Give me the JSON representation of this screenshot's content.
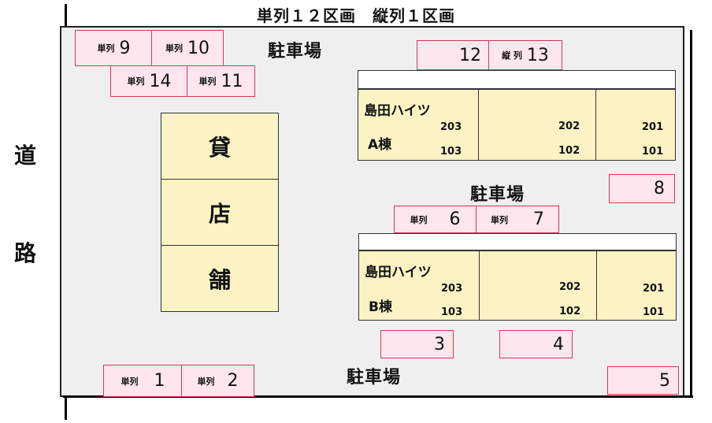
{
  "title": "単列１２区画　縦列１区画",
  "road": [
    "道",
    "路"
  ],
  "parking_labels": [
    "駐車場",
    "駐車場",
    "駐車場"
  ],
  "store": [
    "貸",
    "店",
    "舗"
  ],
  "spaces": {
    "s9": {
      "type": "単列",
      "num": "9"
    },
    "s10": {
      "type": "単列",
      "num": "10"
    },
    "s14": {
      "type": "単列",
      "num": "14"
    },
    "s11": {
      "type": "単列",
      "num": "11"
    },
    "s12": {
      "type": "",
      "num": "12"
    },
    "s13": {
      "type": "縦 列",
      "num": "13"
    },
    "s8": {
      "type": "",
      "num": "8"
    },
    "s6": {
      "type": "単列",
      "num": "6"
    },
    "s7": {
      "type": "単列",
      "num": "7"
    },
    "s3": {
      "type": "",
      "num": "3"
    },
    "s4": {
      "type": "",
      "num": "4"
    },
    "s1": {
      "type": "単列",
      "num": "1"
    },
    "s2": {
      "type": "単列",
      "num": "2"
    },
    "s5": {
      "type": "",
      "num": "5"
    }
  },
  "building_a": {
    "name": "島田ハイツ",
    "wing": "A棟",
    "rooms": {
      "c1_top": "203",
      "c1_bottom": "103",
      "c2_top": "202",
      "c2_bottom": "102",
      "c3_top": "201",
      "c3_bottom": "101"
    }
  },
  "building_b": {
    "name": "島田ハイツ",
    "wing": "B棟",
    "rooms": {
      "c1_top": "203",
      "c1_bottom": "103",
      "c2_top": "202",
      "c2_bottom": "102",
      "c3_top": "201",
      "c3_bottom": "101"
    }
  },
  "colors": {
    "space_fill": "#fde6ec",
    "space_border": "#d23a5a",
    "building_fill": "#fbf3c3",
    "lot_fill": "#efefef"
  }
}
